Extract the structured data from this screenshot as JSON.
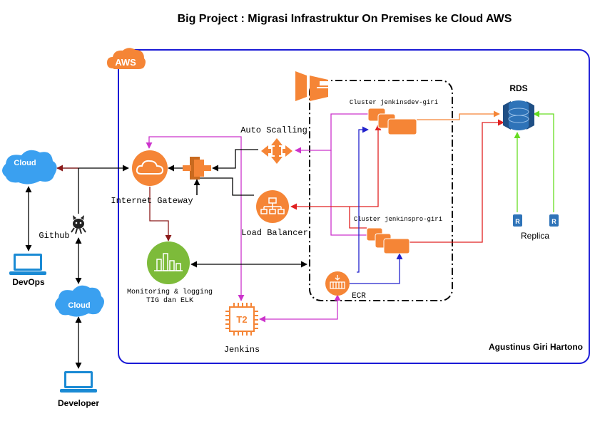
{
  "title": "Big Project : Migrasi Infrastruktur On Premises ke Cloud AWS",
  "aws_badge": "AWS",
  "author": "Agustinus Giri Hartono",
  "nodes": {
    "cloud_left": "Cloud",
    "cloud_dev": "Cloud",
    "devops": "DevOps",
    "developer": "Developer",
    "github": "Github",
    "internet_gateway": "Internet Gateway",
    "auto_scalling": "Auto Scalling",
    "load_balancer": "Load Balancer",
    "monitoring_line1": "Monitoring & logging",
    "monitoring_line2": "TIG dan ELK",
    "jenkins": "Jenkins",
    "jenkins_chip": "T2",
    "ecr": "ECR",
    "cluster_dev": "Cluster jenkinsdev-giri",
    "cluster_pro": "Cluster jenkinspro-giri",
    "rds": "RDS",
    "replica": "Replica",
    "replica_glyph": "R"
  },
  "colors": {
    "aws_orange": "#f58536",
    "aws_box": "#1a1ad6",
    "magenta": "#cc33cc",
    "red": "#e02020",
    "blue": "#2222cc",
    "green": "#66dd22",
    "dark_red": "#8b1a1a",
    "rds_blue": "#2e73b8",
    "cloud_blue": "#3aa0f0",
    "monitor_green": "#7dbb3a"
  }
}
